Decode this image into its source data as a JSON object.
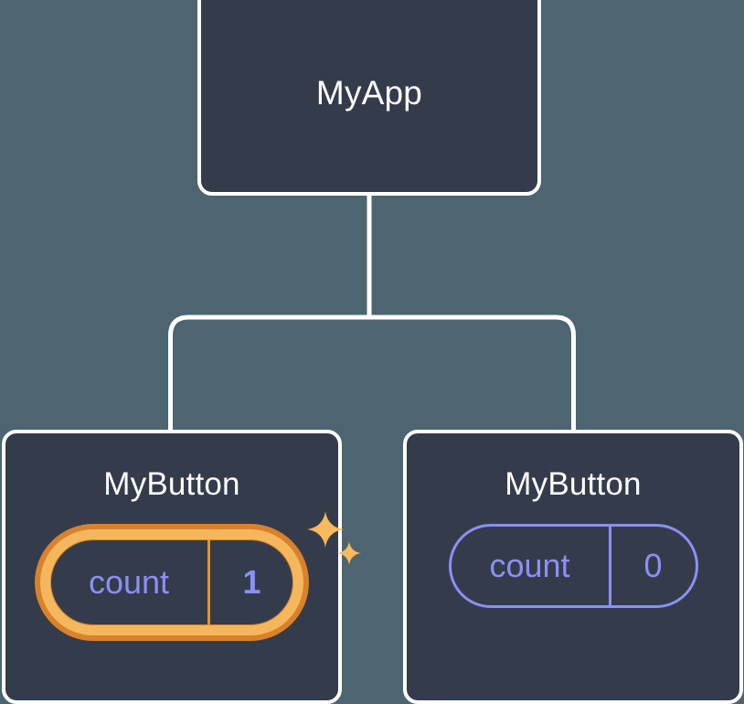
{
  "diagram": {
    "type": "component-tree",
    "title": "React component tree with state",
    "background_color": "#4c6570",
    "node_fill_color": "#343c4b",
    "node_border_color": "#ffffff",
    "edge_color": "#ffffff",
    "state_color": "#8c8ff5",
    "highlight_outer_color": "#d9822b",
    "highlight_inner_color": "#f5b75e",
    "sparkle_color": "#f9b95c"
  },
  "nodes": {
    "root": {
      "label": "MyApp"
    },
    "children": [
      {
        "label": "MyButton",
        "state": {
          "key": "count",
          "value": "1"
        },
        "highlighted": true,
        "sparkle_big": "sparkle-icon",
        "sparkle_small": "sparkle-icon"
      },
      {
        "label": "MyButton",
        "state": {
          "key": "count",
          "value": "0"
        },
        "highlighted": false
      }
    ]
  }
}
